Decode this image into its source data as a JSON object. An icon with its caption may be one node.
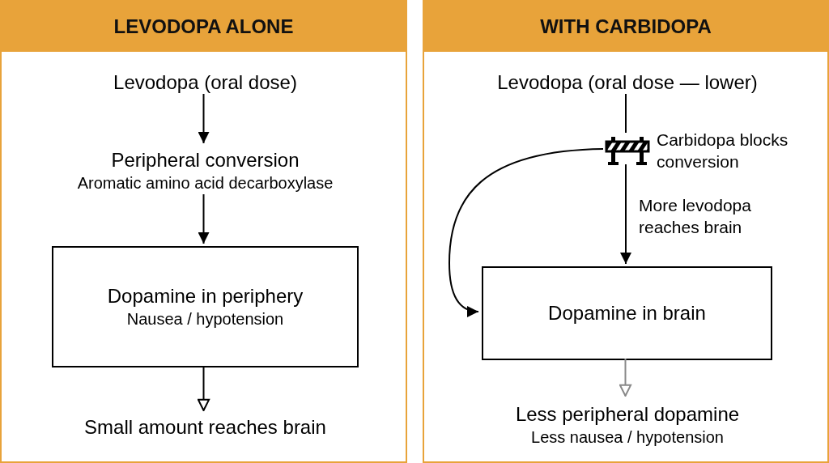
{
  "diagram": {
    "nodes": [
      {
        "text": [
          "LEVODOPA ALONE"
        ]
      },
      {
        "text": [
          "Levodopa (oral dose)"
        ],
        "in": 0
      },
      {
        "text": [
          "Peripheral conversion",
          "Aromatic amino acid decarboxylase"
        ],
        "in": 0
      },
      {
        "text": [
          "Dopamine in periphery",
          "Nausea / hypotension"
        ],
        "in": 0
      },
      {
        "text": [
          "Small amount reaches brain"
        ],
        "in": 0
      },
      {
        "text": [
          "WITH CARBIDOPA"
        ]
      },
      {
        "text": [
          "Levodopa (oral dose — lower)"
        ],
        "in": 5
      },
      {
        "text": [],
        "shape": "barrier",
        "in": 5,
        "beside": [
          "Carbidopa blocks conversion"
        ]
      },
      {
        "text": [
          "Dopamine in brain"
        ],
        "in": 5
      },
      {
        "text": [
          "Less peripheral dopamine",
          "Less nausea / hypotension"
        ],
        "in": 5
      }
    ],
    "edges": [
      {
        "from": 1,
        "to": 2,
        "arrow": "to"
      },
      {
        "from": 2,
        "to": 3,
        "arrow": "to"
      },
      {
        "from": 3,
        "to": 4,
        "arrow": "to"
      },
      {
        "from": 6,
        "to": 7,
        "arrow": "none"
      },
      {
        "from": 7,
        "to": 8,
        "arrow": "to",
        "label": "More levodopa reaches brain"
      },
      {
        "from": 7,
        "to": 8,
        "arrow": "to"
      },
      {
        "from": 8,
        "to": 9,
        "arrow": "to",
        "color": "#888888"
      }
    ]
  }
}
